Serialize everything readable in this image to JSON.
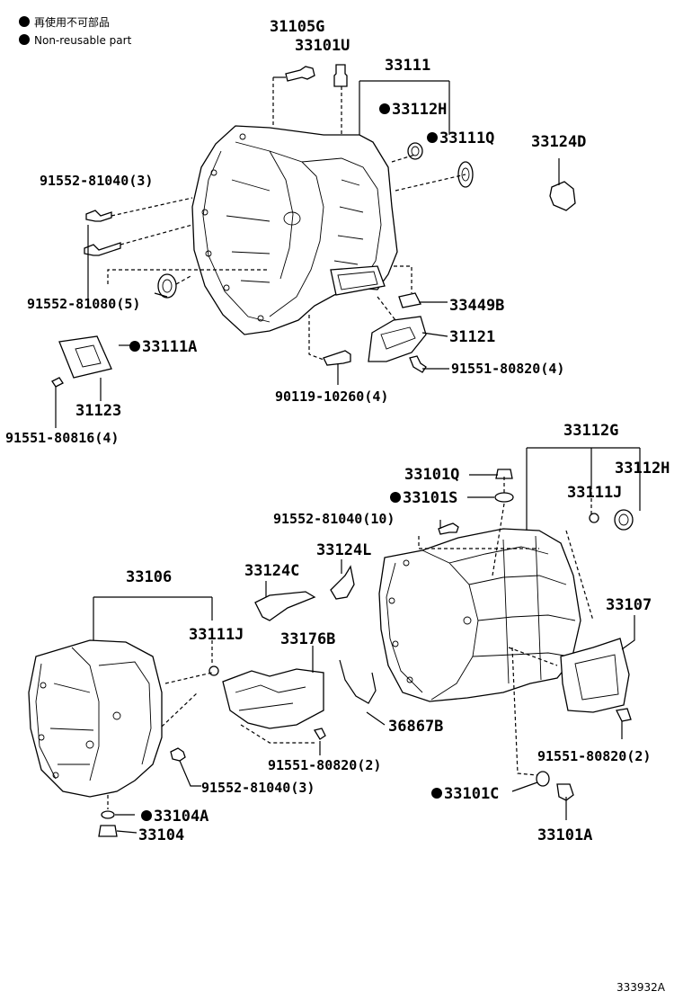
{
  "legend": {
    "jp": "再使用不可部品",
    "en": "Non-reusable part"
  },
  "figure_id": "333932A",
  "labels": {
    "p31105G": "31105G",
    "p33101U": "33101U",
    "p33111": "33111",
    "p33112H_top": "33112H",
    "p33111Q": "33111Q",
    "p33124D": "33124D",
    "p91552_81040_3_top": "91552-81040(3)",
    "p91552_81080_5": "91552-81080(5)",
    "p33449B": "33449B",
    "p33111A": "33111A",
    "p31121": "31121",
    "p91551_80820_4": "91551-80820(4)",
    "p90119_10260_4": "90119-10260(4)",
    "p31123": "31123",
    "p91551_80816_4": "91551-80816(4)",
    "p33112G": "33112G",
    "p33101Q": "33101Q",
    "p33112H_bot": "33112H",
    "p33101S": "33101S",
    "p33111J_right": "33111J",
    "p91552_81040_10": "91552-81040(10)",
    "p33124L": "33124L",
    "p33124C": "33124C",
    "p33106": "33106",
    "p33107": "33107",
    "p33111J_left": "33111J",
    "p33176B": "33176B",
    "p36867B": "36867B",
    "p91551_80820_2_mid": "91551-80820(2)",
    "p91551_80820_2_right": "91551-80820(2)",
    "p91552_81040_3_bot": "91552-81040(3)",
    "p33101C": "33101C",
    "p33104A": "33104A",
    "p33104": "33104",
    "p33101A": "33101A"
  }
}
